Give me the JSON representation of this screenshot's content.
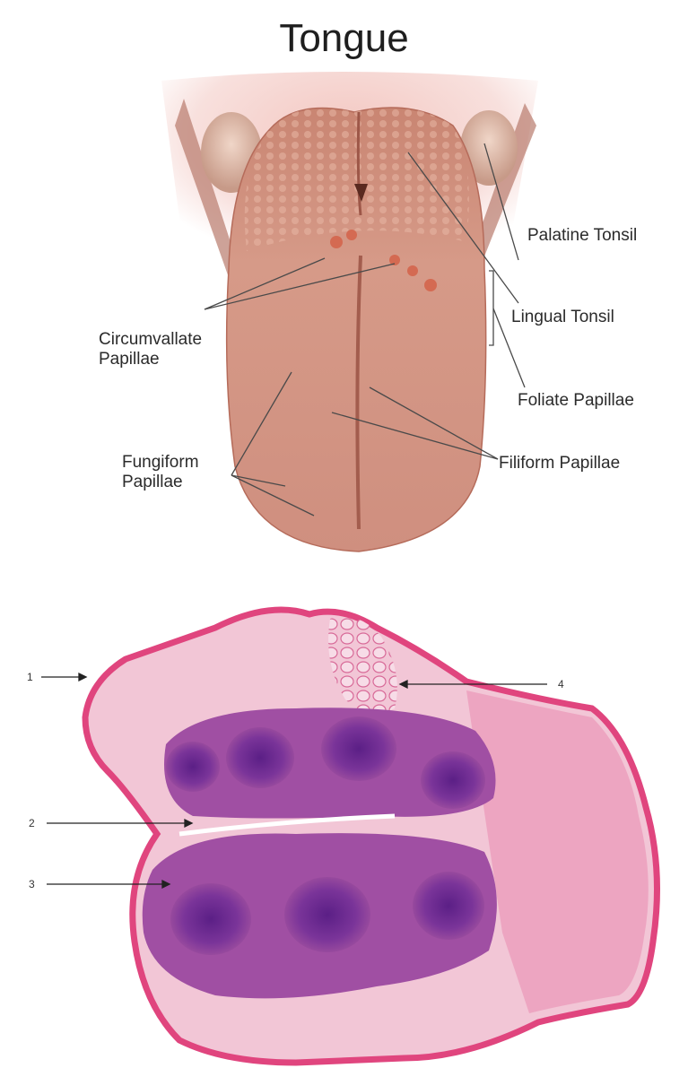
{
  "title": "Tongue",
  "labels": {
    "palatine_tonsil": "Palatine Tonsil",
    "lingual_tonsil": "Lingual Tonsil",
    "foliate_papillae": "Foliate Papillae",
    "filiform_papillae": "Filiform Papillae",
    "circumvallate_line1": "Circumvallate",
    "circumvallate_line2": "Papillae",
    "fungiform_line1": "Fungiform",
    "fungiform_line2": "Papillae"
  },
  "histology_numbers": [
    "1",
    "2",
    "3",
    "4"
  ],
  "colors": {
    "tongue_flesh": "#d99a86",
    "tongue_shadow": "#b56b5a",
    "epithelium": "#e0457e",
    "stroma": "#f2c6d6",
    "lymphoid": "#7a2f9a",
    "nodule_center": "#5b1f86"
  }
}
